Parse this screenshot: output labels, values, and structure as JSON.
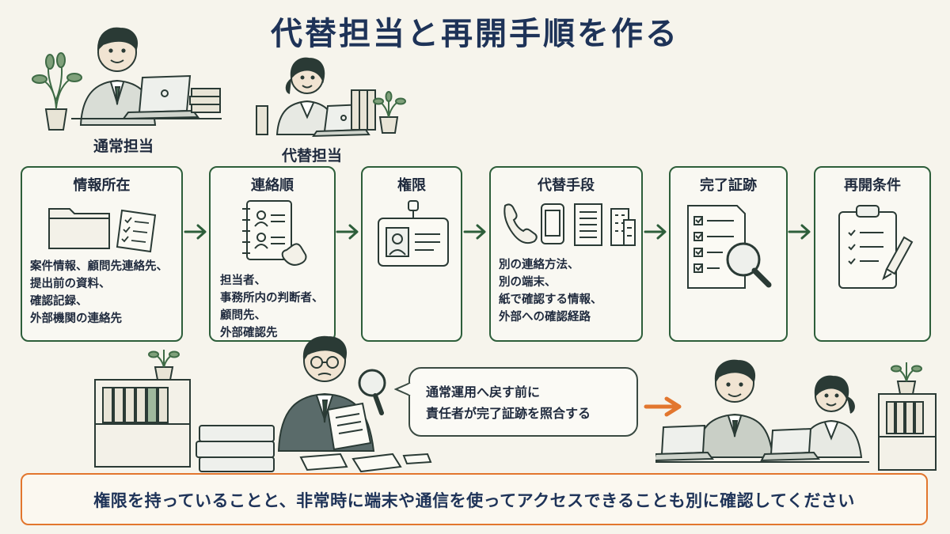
{
  "title": "代替担当と再開手順を作る",
  "people": {
    "regular_label": "通常担当",
    "substitute_label": "代替担当"
  },
  "steps": [
    {
      "title": "情報所在",
      "icon": "folder-checklist-icon",
      "lines": [
        "案件情報、顧問先連絡先、",
        "提出前の資料、",
        "確認記録、",
        "外部機関の連絡先"
      ]
    },
    {
      "title": "連絡順",
      "icon": "contact-book-phone-icon",
      "lines": [
        "担当者、",
        "事務所内の判断者、",
        "顧問先、",
        "外部確認先"
      ]
    },
    {
      "title": "権限",
      "icon": "id-badge-icon",
      "lines": []
    },
    {
      "title": "代替手段",
      "icon": "phone-device-building-icon",
      "lines": [
        "別の連絡方法、",
        "別の端末、",
        "紙で確認する情報、",
        "外部への確認経路"
      ]
    },
    {
      "title": "完了証跡",
      "icon": "checklist-magnifier-icon",
      "lines": []
    },
    {
      "title": "再開条件",
      "icon": "clipboard-pen-icon",
      "lines": []
    }
  ],
  "speech_bubble": {
    "lines": [
      "通常運用へ戻す前に",
      "責任者が完了証跡を照合する"
    ]
  },
  "note": "権限を持っていることと、非常時に端末や通信を使ってアクセスできることも別に確認してください",
  "colors": {
    "title": "#1e3358",
    "box_border": "#2d5e3a",
    "arrow": "#2d5e3a",
    "accent_orange": "#e2762e"
  }
}
